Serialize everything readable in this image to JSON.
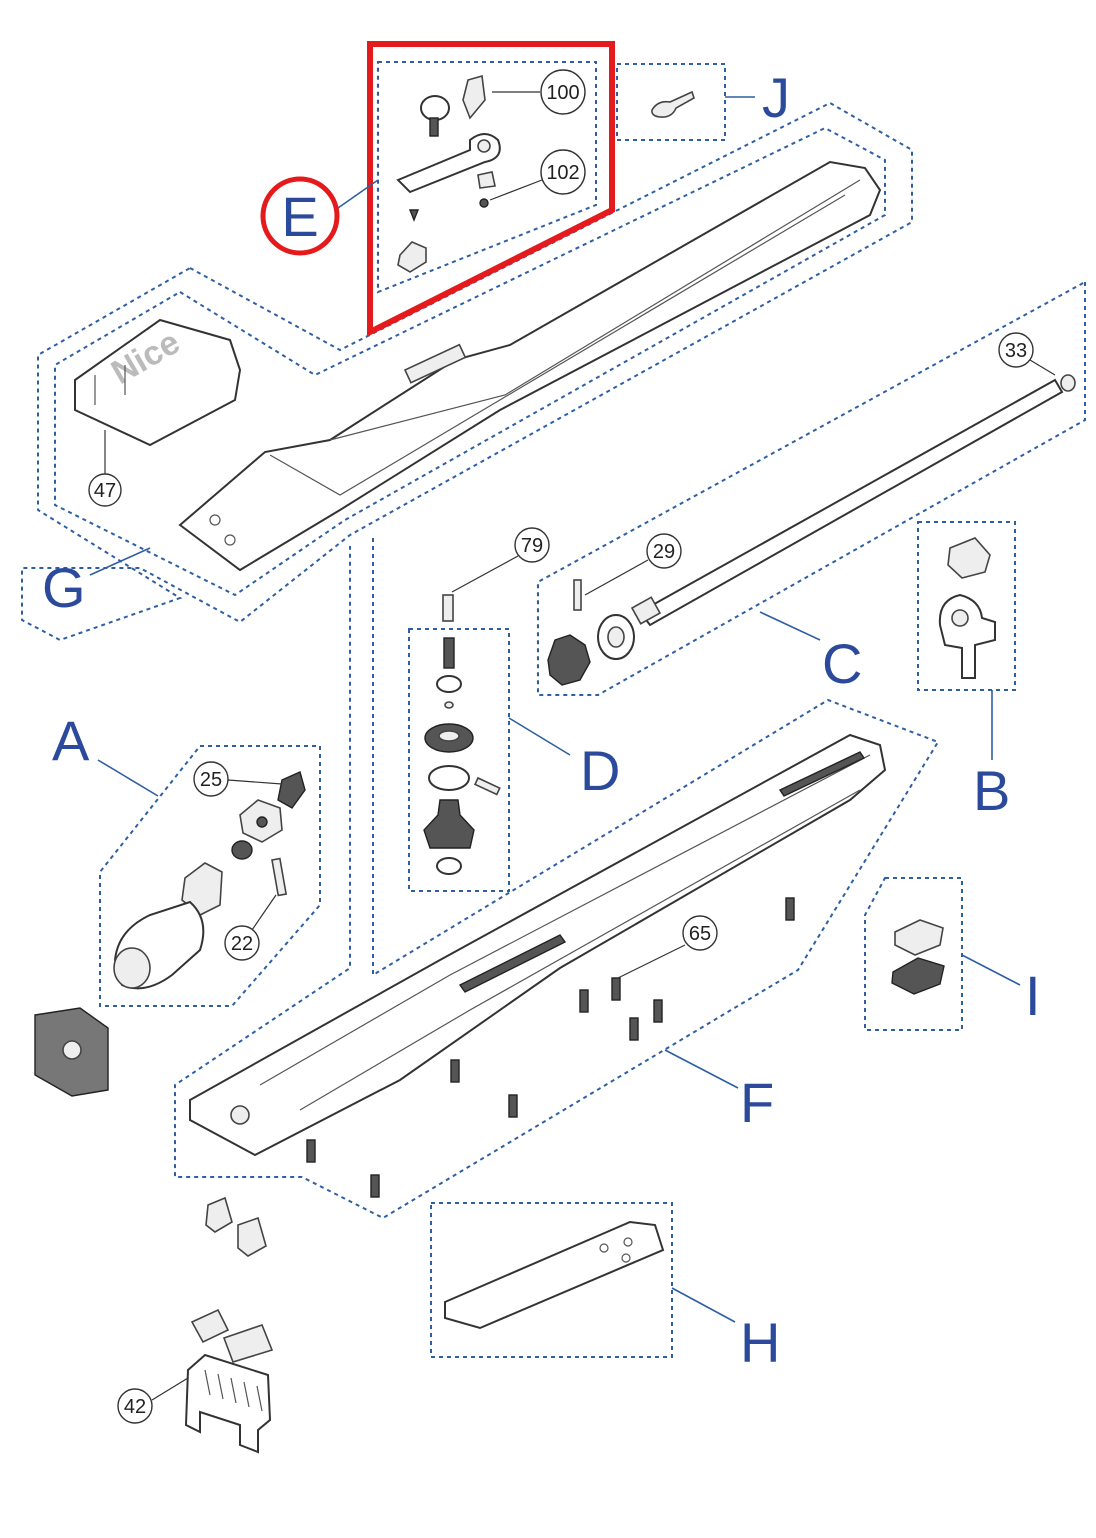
{
  "groups": {
    "a": "A",
    "b": "B",
    "c": "C",
    "d": "D",
    "e": "E",
    "f": "F",
    "g": "G",
    "h": "H",
    "i": "I",
    "j": "J"
  },
  "part_numbers": {
    "p100": "100",
    "p102": "102",
    "p33": "33",
    "p47": "47",
    "p79": "79",
    "p29": "29",
    "p25": "25",
    "p22": "22",
    "p65": "65",
    "p42": "42"
  },
  "logo_text": "Nice",
  "colors": {
    "border": "#2e5fa3",
    "letter": "#2b4a9c",
    "highlight": "#e41a1c"
  }
}
